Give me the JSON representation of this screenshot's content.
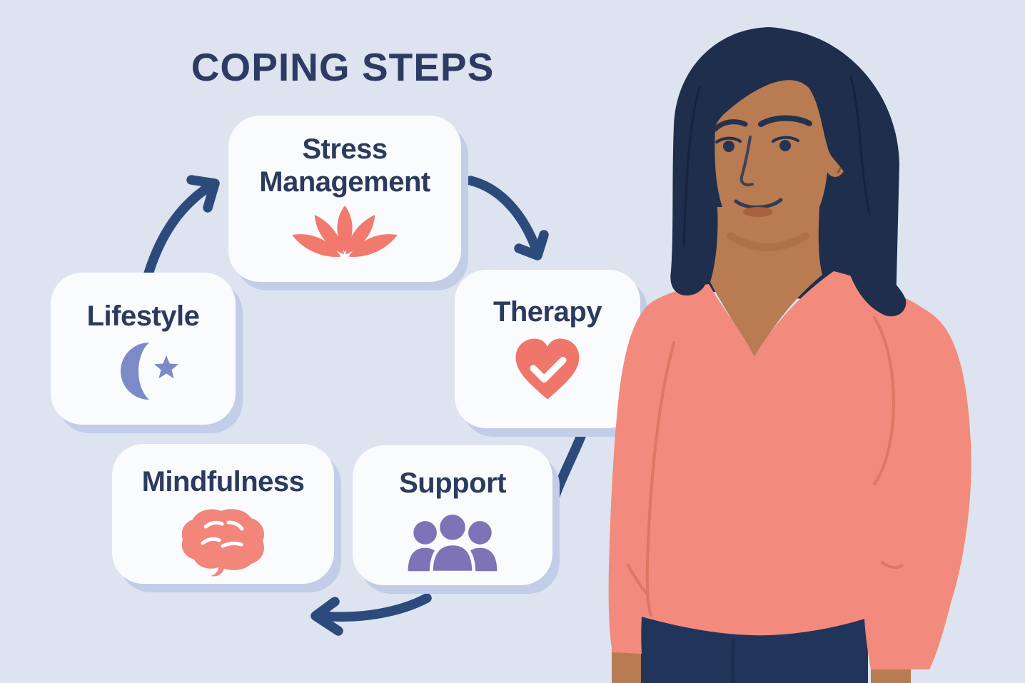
{
  "title": "COPING STEPS",
  "background_color": "#dde4ef",
  "arrow_color": "#2d4a7c",
  "card_style": {
    "background": "#fafbfd",
    "shadow_color": "#c2cde8",
    "label_color": "#2c3a5e"
  },
  "steps": [
    {
      "label": "Stress Management",
      "icon": "lotus-icon",
      "icon_color": "#f2796d"
    },
    {
      "label": "Therapy",
      "icon": "heart-check-icon",
      "icon_color": "#f0766b"
    },
    {
      "label": "Support",
      "icon": "people-group-icon",
      "icon_color": "#7e73b7"
    },
    {
      "label": "Mindfulness",
      "icon": "brain-icon",
      "icon_color": "#f2867a"
    },
    {
      "label": "Lifestyle",
      "icon": "moon-star-icon",
      "icon_color": "#7d8ac8"
    }
  ],
  "flow": {
    "type": "cycle",
    "order": [
      "Mindfulness",
      "Lifestyle",
      "Stress Management",
      "Therapy",
      "Support"
    ]
  },
  "illustration": {
    "name": "woman-illustration",
    "hair_color": "#1f2e4d",
    "skin_color": "#b97b51",
    "top_color": "#f28b7d",
    "pants_color": "#21355b"
  }
}
